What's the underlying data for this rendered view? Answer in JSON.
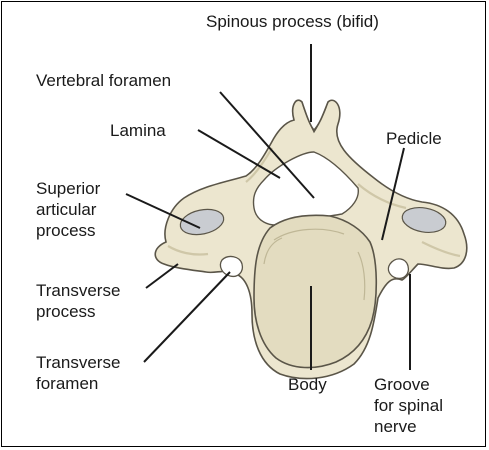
{
  "colors": {
    "bone": "#ece6cf",
    "bone_shadow": "#cfc7a8",
    "bone_outline": "#5a5548",
    "cartilage": "#c9ccd1",
    "leader_line": "#1a1a1a",
    "frame": "#000000"
  },
  "labels": {
    "spinous_process": "Spinous process (bifid)",
    "vertebral_foramen": "Vertebral foramen",
    "lamina": "Lamina",
    "pedicle": "Pedicle",
    "superior_articular_process": "Superior\narticular\nprocess",
    "transverse_process": "Transverse\nprocess",
    "transverse_foramen": "Transverse\nforamen",
    "body": "Body",
    "groove_spinal_nerve": "Groove\nfor spinal\nnerve"
  }
}
